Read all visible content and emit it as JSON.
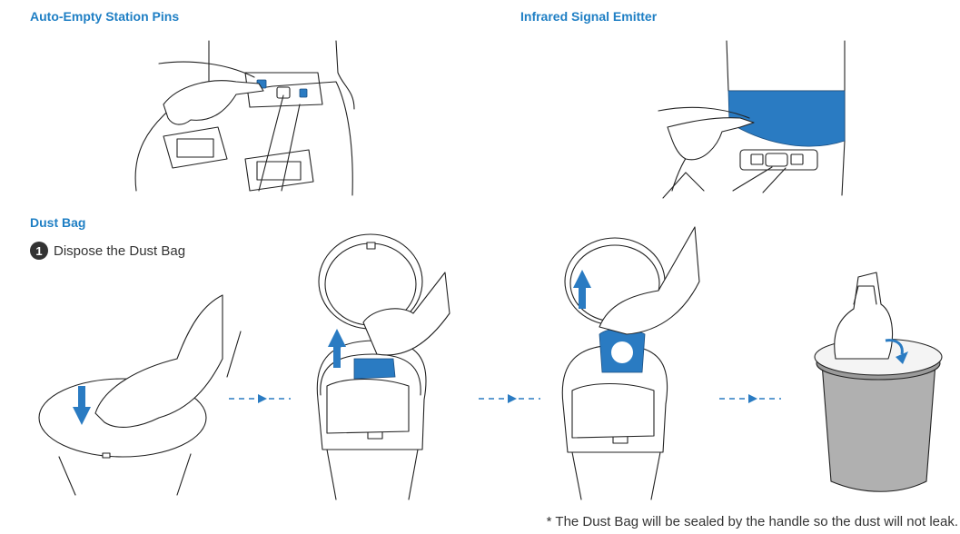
{
  "sections": {
    "pins_title": "Auto-Empty Station Pins",
    "emitter_title": "Infrared Signal Emitter",
    "dustbag_title": "Dust Bag"
  },
  "step1": {
    "number": "1",
    "label": "Dispose the Dust Bag"
  },
  "footnote": "* The Dust Bag will be sealed by the handle so the dust will not leak.",
  "colors": {
    "heading": "#1f7fc4",
    "accent": "#2a7bc2",
    "text": "#333333"
  }
}
